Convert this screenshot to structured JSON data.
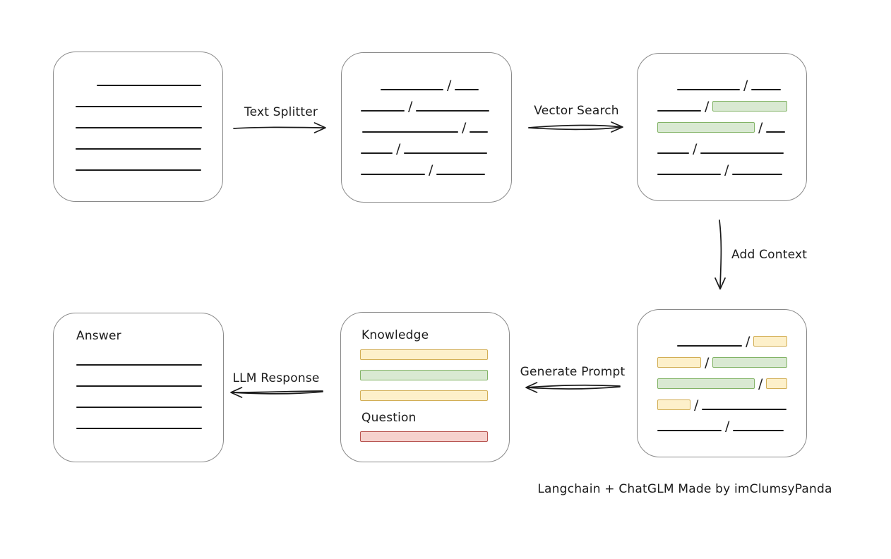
{
  "caption": "Langchain + ChatGLM Made by imClumsyPanda",
  "separator": "/",
  "arrow_labels": {
    "text_splitter": "Text Splitter",
    "vector_search": "Vector Search",
    "add_context": "Add Context",
    "generate_prompt": "Generate Prompt",
    "llm_response": "LLM Response"
  },
  "colors": {
    "line": "#1b1b1b",
    "box_border": "#8a8a8a",
    "green_fill": "#d9e9d2",
    "green_border": "#82b366",
    "yellow_fill": "#fdf0ca",
    "yellow_border": "#d2ae55",
    "red_fill": "#f6d1cd",
    "red_border": "#b85450"
  },
  "boxes": {
    "source_document": {
      "plain_lines": [
        {
          "indent": 30,
          "w": 148
        },
        {
          "indent": 0,
          "w": 179
        },
        {
          "indent": 0,
          "w": 179
        },
        {
          "indent": 0,
          "w": 178
        },
        {
          "indent": 0,
          "w": 178
        }
      ]
    },
    "split_chunks": {
      "rows": [
        {
          "indent": 28,
          "left": {
            "kind": "line",
            "w": 89
          },
          "right": {
            "kind": "line",
            "w": 34
          }
        },
        {
          "indent": 0,
          "left": {
            "kind": "line",
            "w": 62
          },
          "right": {
            "kind": "line",
            "w": 104
          }
        },
        {
          "indent": 2,
          "left": {
            "kind": "line",
            "w": 136
          },
          "right": {
            "kind": "line",
            "w": 26
          }
        },
        {
          "indent": 0,
          "left": {
            "kind": "line",
            "w": 45
          },
          "right": {
            "kind": "line",
            "w": 118
          }
        },
        {
          "indent": 0,
          "left": {
            "kind": "line",
            "w": 91
          },
          "right": {
            "kind": "line",
            "w": 69
          }
        }
      ]
    },
    "retrieved_chunks": {
      "rows": [
        {
          "indent": 28,
          "left": {
            "kind": "line",
            "w": 89
          },
          "right": {
            "kind": "line",
            "w": 42
          }
        },
        {
          "indent": 0,
          "left": {
            "kind": "line",
            "w": 62
          },
          "right": {
            "kind": "green",
            "w": 106
          }
        },
        {
          "indent": 0,
          "left": {
            "kind": "green",
            "w": 138
          },
          "right": {
            "kind": "line",
            "w": 27
          }
        },
        {
          "indent": 0,
          "left": {
            "kind": "line",
            "w": 45
          },
          "right": {
            "kind": "line",
            "w": 118
          }
        },
        {
          "indent": 0,
          "left": {
            "kind": "line",
            "w": 90
          },
          "right": {
            "kind": "line",
            "w": 71
          }
        }
      ]
    },
    "context_chunks": {
      "rows": [
        {
          "indent": 28,
          "left": {
            "kind": "line",
            "w": 92
          },
          "right": {
            "kind": "yellow",
            "w": 48
          }
        },
        {
          "indent": 0,
          "left": {
            "kind": "yellow",
            "w": 62
          },
          "right": {
            "kind": "green",
            "w": 106
          }
        },
        {
          "indent": 0,
          "left": {
            "kind": "green",
            "w": 138
          },
          "right": {
            "kind": "yellow",
            "w": 30
          }
        },
        {
          "indent": 0,
          "left": {
            "kind": "yellow",
            "w": 47
          },
          "right": {
            "kind": "line",
            "w": 120
          }
        },
        {
          "indent": 0,
          "left": {
            "kind": "line",
            "w": 91
          },
          "right": {
            "kind": "line",
            "w": 72
          }
        }
      ]
    },
    "prompt": {
      "knowledge_label": "Knowledge",
      "question_label": "Question",
      "knowledge_bars": [
        "yellow",
        "green",
        "yellow"
      ],
      "question_bars": [
        "red"
      ]
    },
    "answer": {
      "label": "Answer",
      "plain_lines": [
        {
          "indent": 0,
          "w": 178
        },
        {
          "indent": 0,
          "w": 178
        },
        {
          "indent": 0,
          "w": 178
        },
        {
          "indent": 0,
          "w": 178
        }
      ]
    }
  }
}
